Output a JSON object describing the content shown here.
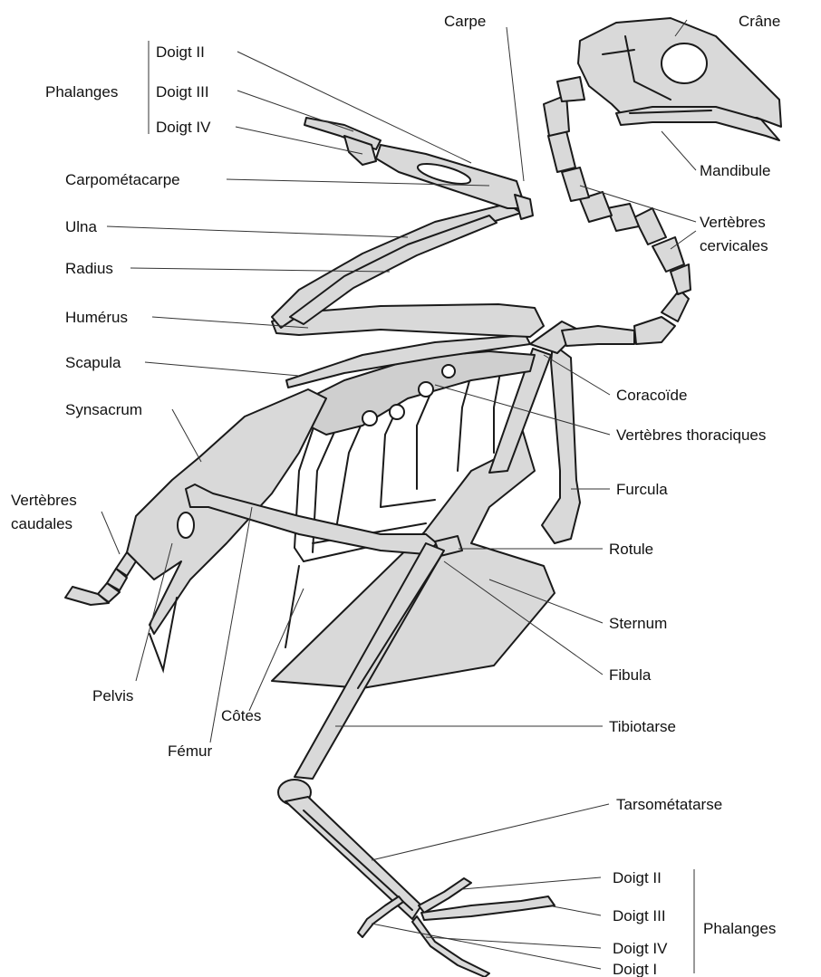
{
  "labels": {
    "carpe": "Carpe",
    "crane": "Crâne",
    "doigt_ii_top": "Doigt II",
    "doigt_iii_top": "Doigt III",
    "doigt_iv_top": "Doigt IV",
    "phalanges_top": "Phalanges",
    "carpometacarpe": "Carpométacarpe",
    "ulna": "Ulna",
    "radius": "Radius",
    "humerus": "Humérus",
    "scapula": "Scapula",
    "synsacrum": "Synsacrum",
    "vertebres_caudales_1": "Vertèbres",
    "vertebres_caudales_2": "caudales",
    "mandibule": "Mandibule",
    "vertebres_cervicales_1": "Vertèbres",
    "vertebres_cervicales_2": "cervicales",
    "coracoide": "Coracoïde",
    "vertebres_thoraciques": "Vertèbres thoraciques",
    "furcula": "Furcula",
    "rotule": "Rotule",
    "sternum": "Sternum",
    "fibula": "Fibula",
    "pelvis": "Pelvis",
    "cotes": "Côtes",
    "femur": "Fémur",
    "tibiotarse": "Tibiotarse",
    "tarsometatarse": "Tarsométatarse",
    "doigt_ii_bottom": "Doigt II",
    "doigt_iii_bottom": "Doigt III",
    "doigt_iv_bottom": "Doigt IV",
    "doigt_i_bottom": "Doigt I",
    "phalanges_bottom": "Phalanges"
  },
  "colors": {
    "bone_fill": "#d9d9d9",
    "outline": "#1a1a1a",
    "background": "#ffffff"
  }
}
